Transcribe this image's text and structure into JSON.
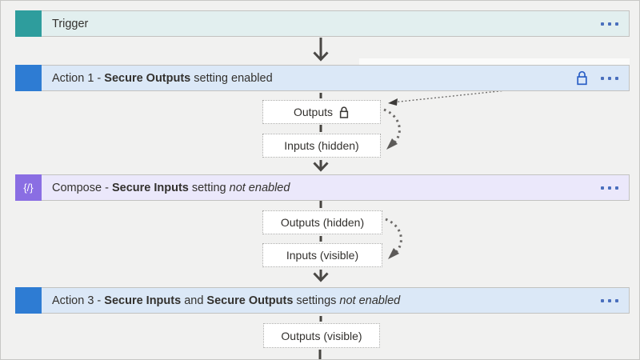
{
  "workflow": {
    "nodes": {
      "trigger": {
        "label": "Trigger"
      },
      "action1": {
        "pre": "Action 1 - ",
        "bold1": "Secure Outputs",
        "post": " setting enabled"
      },
      "compose": {
        "pre": "Compose - ",
        "bold1": "Secure Inputs",
        "mid": " setting ",
        "italic": "not enabled"
      },
      "action3": {
        "pre": "Action 3 - ",
        "bold1": "Secure Inputs",
        "and": " and ",
        "bold2": "Secure Outputs",
        "mid": " settings ",
        "italic": "not enabled"
      }
    },
    "data_boxes": {
      "action1_outputs": "Outputs",
      "action1_inputs": "Inputs (hidden)",
      "compose_outputs": "Outputs (hidden)",
      "compose_inputs": "Inputs (visible)",
      "action3_outputs": "Outputs (visible)"
    },
    "icons": {
      "compose_glyph": "{/}",
      "lock": "lock-icon",
      "more_options": "more-options-icon"
    },
    "colors": {
      "trigger_icon": "#2e9d9d",
      "trigger_bg": "#e2efef",
      "action_icon": "#2e7cd3",
      "action_bg": "#dbe8f7",
      "compose_icon": "#8a6ee3",
      "compose_bg": "#ebe8fb",
      "ellipsis": "#4a6fbd",
      "lock_accent": "#2a5fc6",
      "text": "#33312e",
      "arrow": "#4a4845",
      "dotted_arc": "#6b6967"
    }
  }
}
